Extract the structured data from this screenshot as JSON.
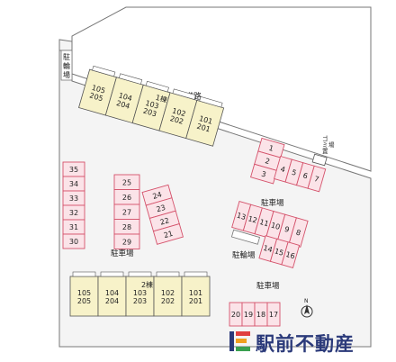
{
  "labels": {
    "road": "道路",
    "bike_parking_left": "駐輪場",
    "parking_center": "駐車場",
    "parking_right": "駐車場",
    "bike_parking_right": "駐輪場",
    "parking_lower_right": "駐車場",
    "garbage": "ゴミ置場",
    "north": "N"
  },
  "building1": {
    "name": "1棟",
    "units": [
      {
        "top": "105",
        "bottom": "205"
      },
      {
        "top": "104",
        "bottom": "204"
      },
      {
        "top": "103",
        "bottom": "203"
      },
      {
        "top": "102",
        "bottom": "202"
      },
      {
        "top": "101",
        "bottom": "201"
      }
    ]
  },
  "building2": {
    "name": "2棟",
    "units": [
      {
        "top": "105",
        "bottom": "205"
      },
      {
        "top": "104",
        "bottom": "204"
      },
      {
        "top": "103",
        "bottom": "203"
      },
      {
        "top": "102",
        "bottom": "202"
      },
      {
        "top": "101",
        "bottom": "201"
      }
    ]
  },
  "parking": {
    "left_column": [
      "35",
      "34",
      "33",
      "32",
      "31",
      "30"
    ],
    "middle_column": [
      "25",
      "26",
      "27",
      "28",
      "29"
    ],
    "angled": [
      "24",
      "23",
      "22",
      "21"
    ],
    "right_top_column": [
      "1",
      "2",
      "3"
    ],
    "right_top_row": [
      "4",
      "5",
      "6",
      "7"
    ],
    "right_middle_row": [
      "13",
      "12",
      "11",
      "10",
      "9",
      "8"
    ],
    "right_lower_row": [
      "14",
      "15",
      "16"
    ],
    "bottom_row": [
      "20",
      "19",
      "18",
      "17"
    ]
  },
  "brand": {
    "name": "駅前不動産",
    "color": "#2b3a7a"
  },
  "colors": {
    "building_fill": "#f7f2c9",
    "parking_fill": "#fbe3e8",
    "parking_stroke": "#d4526b",
    "lot_fill": "#f4f4f4"
  }
}
